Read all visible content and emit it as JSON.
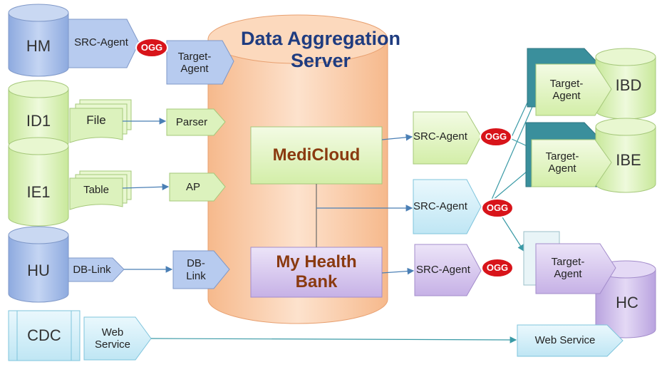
{
  "server": {
    "title": "Data Aggregation\nServer"
  },
  "medicloud": {
    "label": "MediCloud"
  },
  "myhealthbank": {
    "label": "My Health\nBank"
  },
  "sources": {
    "hm": {
      "db": "HM",
      "agent": "SRC-Agent",
      "target": "Target-\nAgent"
    },
    "id1": {
      "db": "ID1",
      "file": "File",
      "parser": "Parser"
    },
    "ie1": {
      "db": "IE1",
      "table": "Table",
      "ap": "AP"
    },
    "hu": {
      "db": "HU",
      "dblink": "DB-Link",
      "dblink2": "DB-\nLink"
    },
    "cdc": {
      "label": "CDC",
      "webservice": "Web\nService"
    }
  },
  "outputs": {
    "src_agent_1": "SRC-Agent",
    "src_agent_2": "SRC-Agent",
    "src_agent_3": "SRC-Agent",
    "ibd": {
      "db": "IBD",
      "target": "Target-\nAgent"
    },
    "ibe": {
      "db": "IBE",
      "target": "Target-\nAgent"
    },
    "hc": {
      "db": "HC",
      "target": "Target-\nAgent"
    },
    "web_service": "Web Service"
  },
  "ogg": "OGG",
  "colors": {
    "blue_db": "#9fb9e8",
    "green_db": "#d8f0b0",
    "purple_db": "#cbb8e8",
    "server": "#f8c9a4",
    "teal": "#3a8f9c",
    "ogg_red": "#d8141a"
  }
}
